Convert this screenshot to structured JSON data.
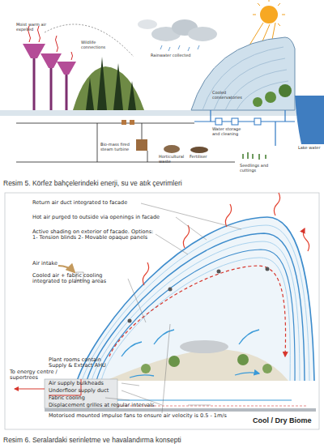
{
  "diagram": {
    "labels": [
      "Moist warm air expelled",
      "Wildlife connections",
      "Rainwater collected",
      "Cooled conservatories",
      "Bio-mass fired steam turbine",
      "Horticultural waste",
      "Fertiliser",
      "Water storage and cleaning",
      "Seedlings and cuttings",
      "Lake water",
      "Resim 5. Körfez bahçelerindeki enerji, su ve atık çevrimleri",
      "Return air duct integrated to facade",
      "Hot air purged to outside via openings in facade",
      "Active shading on exterior of facade. Options: 1- Tension blinds 2- Movable opaque panels",
      "Air intake",
      "Cooled air + fabric cooling integrated to planting areas",
      "To energy centre / supertrees",
      "Plant rooms contain Supply & Extract AHU",
      "Air supply bulkheads",
      "Underfloor supply duct",
      "Fabric cooling",
      "Displacement grilles at regular intervals",
      "Motorised mounted impulse fans to ensure air velocity is 0.5 - 1m/s",
      "Cool / Dry Biome",
      "Resim 6. Seralardaki serinletme ve havalandırma konsepti"
    ]
  }
}
